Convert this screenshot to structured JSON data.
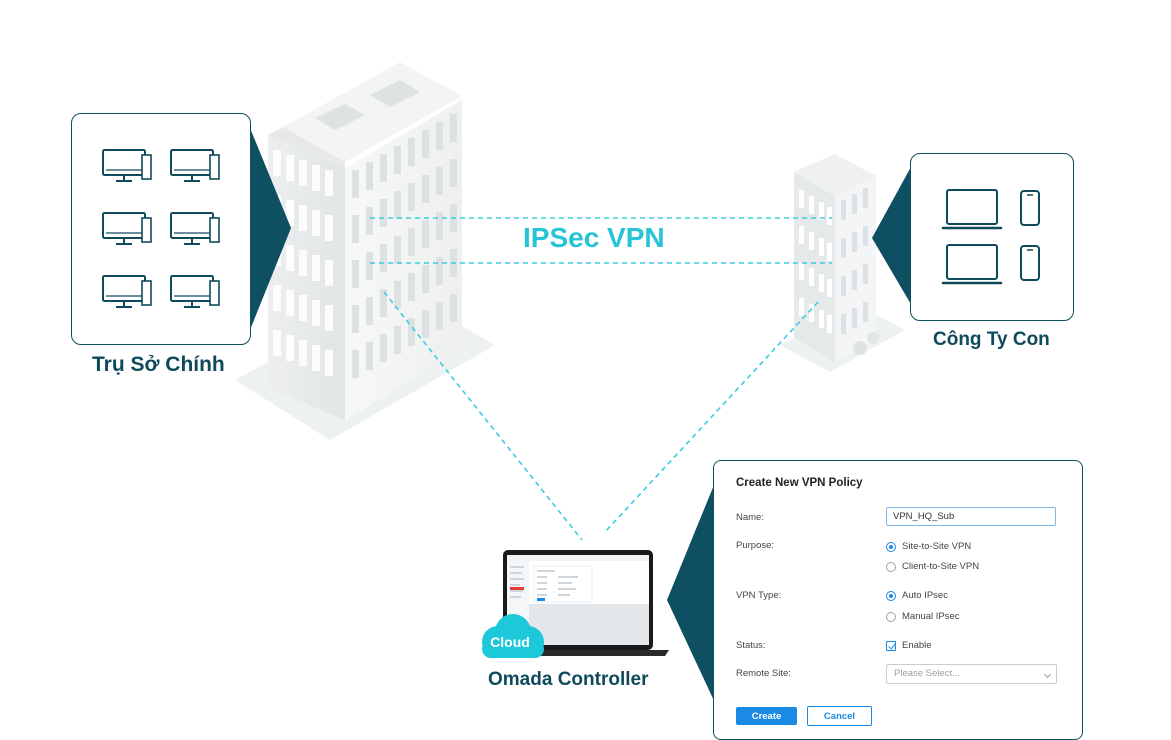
{
  "vpn_label": "IPSec VPN",
  "hq": {
    "label": "Trụ Sở Chính"
  },
  "branch": {
    "label": "Công Ty Con"
  },
  "controller": {
    "label": "Omada Controller",
    "badge": "Cloud"
  },
  "colors": {
    "accent": "#27c4d6",
    "dark_teal": "#0e4f61",
    "button_blue": "#1a8ae6"
  },
  "form": {
    "title": "Create New VPN Policy",
    "name_label": "Name:",
    "name_value": "VPN_HQ_Sub",
    "purpose_label": "Purpose:",
    "purpose_options": [
      "Site-to-Site VPN",
      "Client-to-Site VPN"
    ],
    "purpose_selected": "Site-to-Site VPN",
    "vpn_type_label": "VPN Type:",
    "vpn_type_options": [
      "Auto IPsec",
      "Manual IPsec"
    ],
    "vpn_type_selected": "Auto IPsec",
    "status_label": "Status:",
    "status_option": "Enable",
    "status_checked": true,
    "remote_site_label": "Remote Site:",
    "remote_site_placeholder": "Please Select...",
    "create_label": "Create",
    "cancel_label": "Cancel"
  },
  "icons": {
    "hq_devices": "desktop-monitor-icon",
    "branch_devices": [
      "laptop-icon",
      "smartphone-icon"
    ],
    "controller_device": "laptop-icon",
    "badge": "cloud-icon"
  }
}
